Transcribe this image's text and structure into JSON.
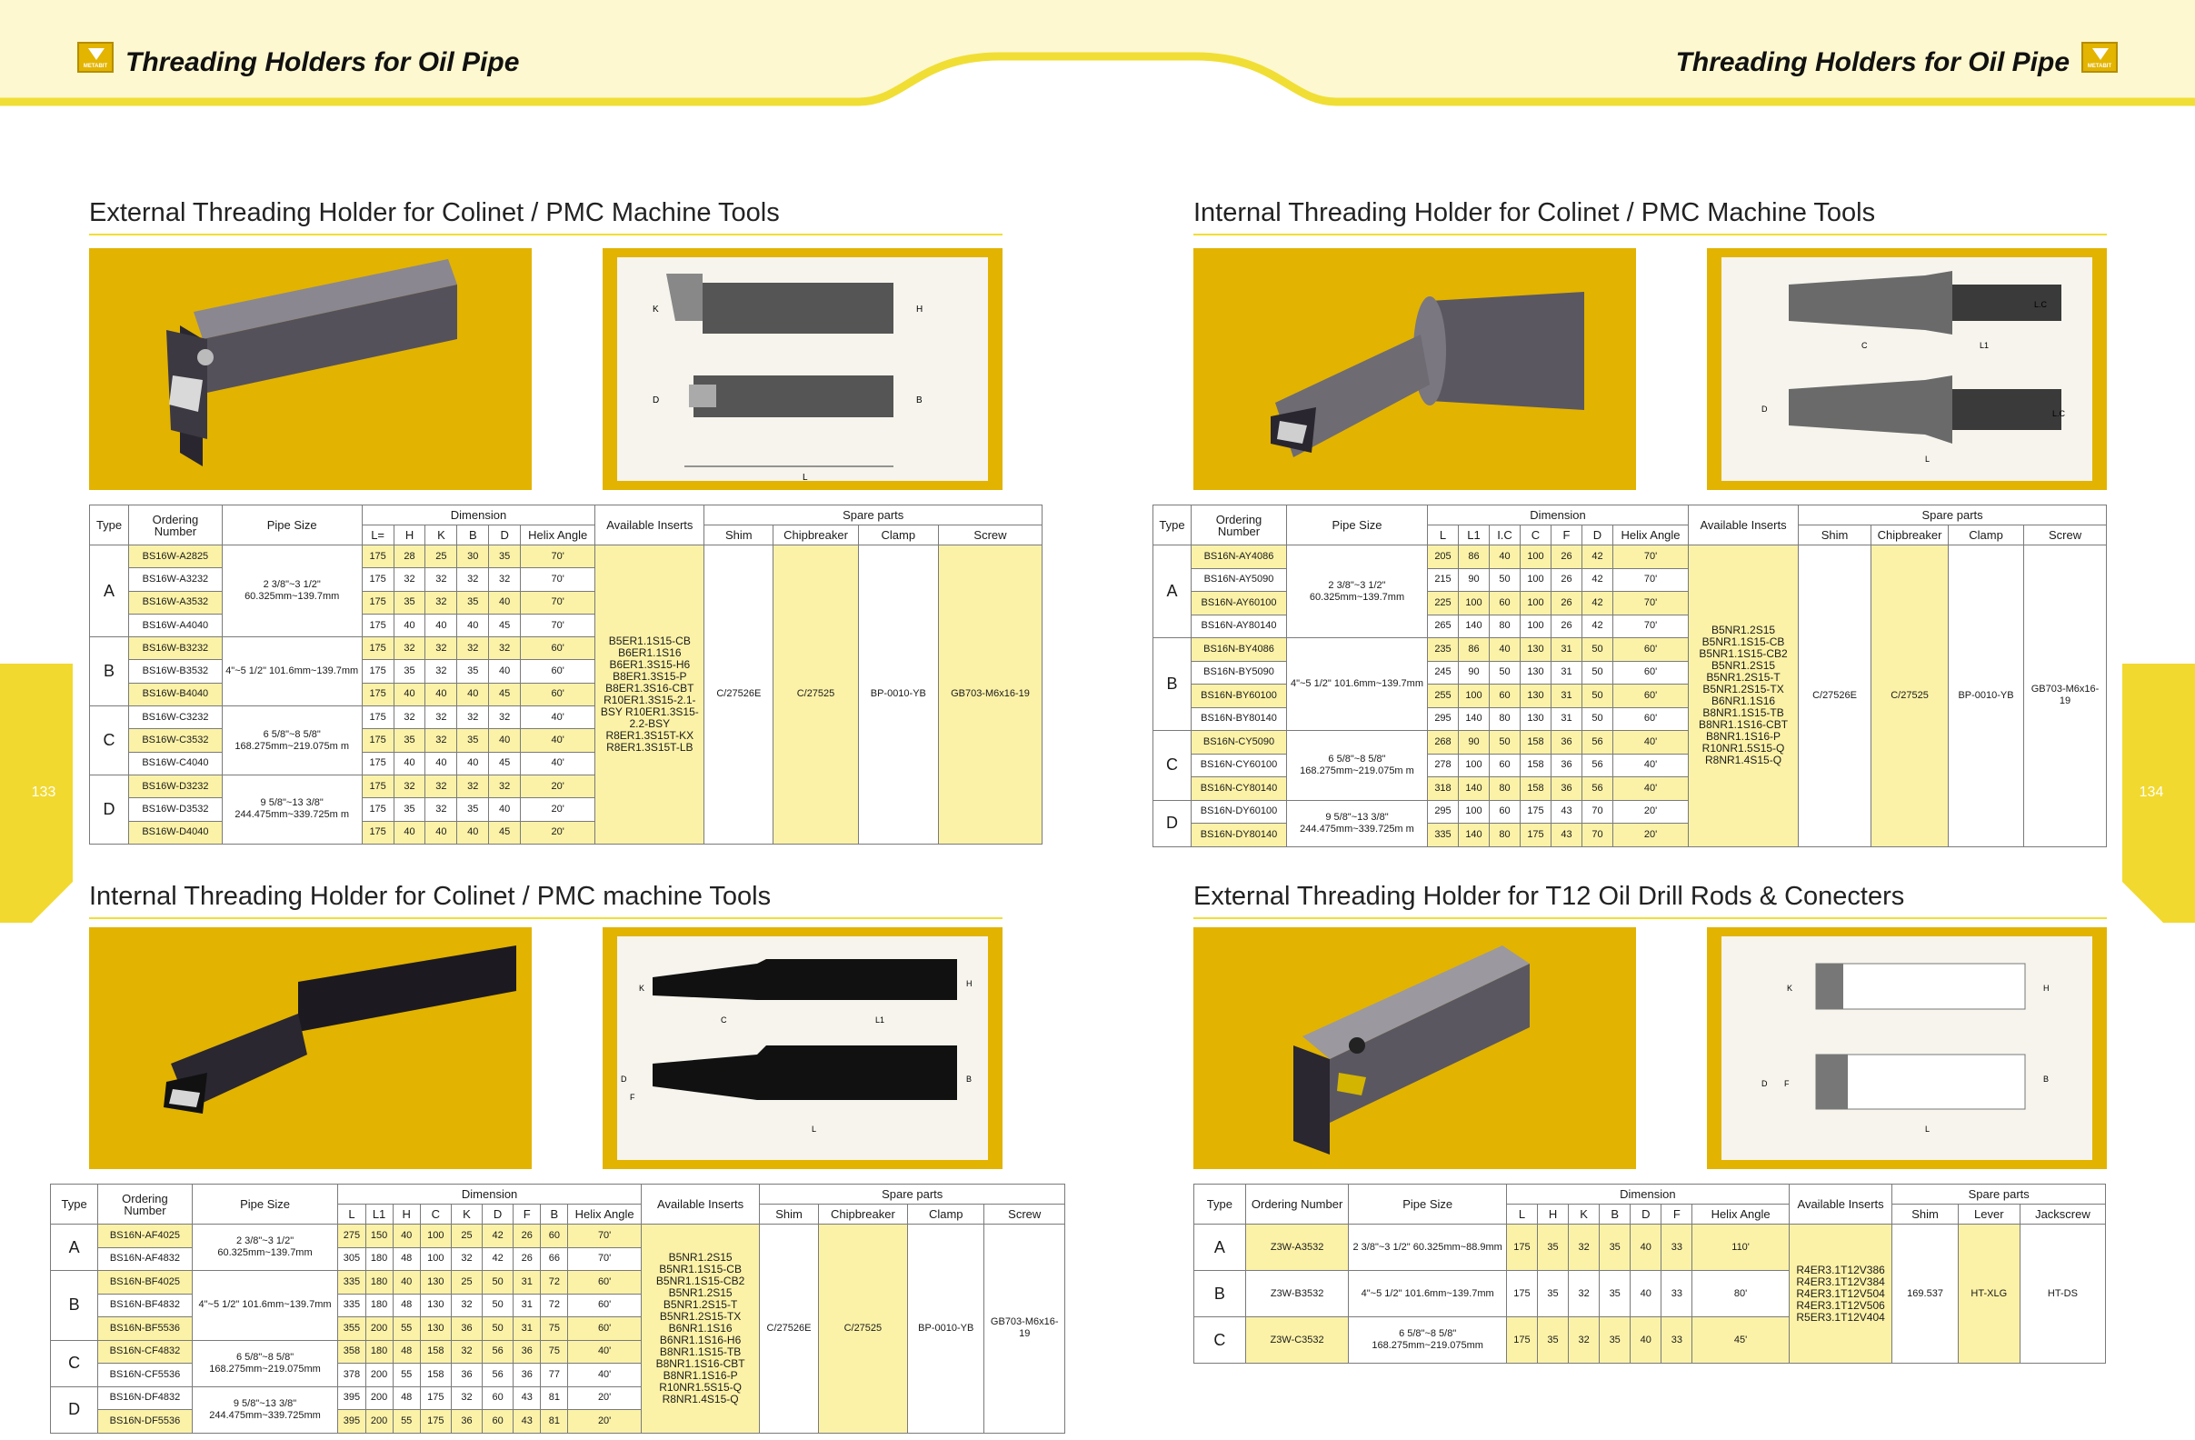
{
  "header": {
    "left_title": "Threading Holders for Oil Pipe",
    "right_title": "Threading Holders for Oil Pipe",
    "logo_text": "METABIT",
    "accent_color": "#f0de35",
    "band_color": "#fdf8cf"
  },
  "pages": {
    "left": "133",
    "right": "134"
  },
  "icons": {
    "logo": "triangle-logo-icon",
    "holder_photo": "tool-holder-photo",
    "drawing": "technical-drawing"
  },
  "drawing_labels": {
    "s1": [
      "K",
      "H",
      "D",
      "B",
      "L"
    ],
    "s2": [
      "L.C",
      "C",
      "L1",
      "D",
      "L.C",
      "L"
    ],
    "s3": [
      "K",
      "H",
      "C",
      "L1",
      "D",
      "F",
      "B",
      "L"
    ],
    "s4": [
      "K",
      "H",
      "D",
      "F",
      "B",
      "L"
    ]
  },
  "section1": {
    "title": "External Threading Holder for Colinet / PMC Machine Tools",
    "headers": {
      "type": "Type",
      "ordering": "Ordering Number",
      "pipe": "Pipe Size",
      "dimension": "Dimension",
      "inserts": "Available Inserts",
      "spare": "Spare parts",
      "dims": [
        "L=",
        "H",
        "K",
        "B",
        "D",
        "Helix Angle"
      ],
      "spares": [
        "Shim",
        "Chipbreaker",
        "Clamp",
        "Screw"
      ]
    },
    "groups": [
      {
        "type": "A",
        "pipe": "2 3/8\"~3 1/2\" 60.325mm~139.7mm",
        "rows": [
          {
            "order": "BS16W-A2825",
            "y": true,
            "dims": [
              "175",
              "28",
              "25",
              "30",
              "35",
              "70'"
            ]
          },
          {
            "order": "BS16W-A3232",
            "y": false,
            "dims": [
              "175",
              "32",
              "32",
              "32",
              "32",
              "70'"
            ]
          },
          {
            "order": "BS16W-A3532",
            "y": true,
            "dims": [
              "175",
              "35",
              "32",
              "35",
              "40",
              "70'"
            ]
          },
          {
            "order": "BS16W-A4040",
            "y": false,
            "dims": [
              "175",
              "40",
              "40",
              "40",
              "45",
              "70'"
            ]
          }
        ]
      },
      {
        "type": "B",
        "pipe": "4\"~5 1/2\" 101.6mm~139.7mm",
        "rows": [
          {
            "order": "BS16W-B3232",
            "y": true,
            "dims": [
              "175",
              "32",
              "32",
              "32",
              "32",
              "60'"
            ]
          },
          {
            "order": "BS16W-B3532",
            "y": false,
            "dims": [
              "175",
              "35",
              "32",
              "35",
              "40",
              "60'"
            ]
          },
          {
            "order": "BS16W-B4040",
            "y": true,
            "dims": [
              "175",
              "40",
              "40",
              "40",
              "45",
              "60'"
            ]
          }
        ]
      },
      {
        "type": "C",
        "pipe": "6 5/8\"~8 5/8\" 168.275mm~219.075m m",
        "rows": [
          {
            "order": "BS16W-C3232",
            "y": false,
            "dims": [
              "175",
              "32",
              "32",
              "32",
              "32",
              "40'"
            ]
          },
          {
            "order": "BS16W-C3532",
            "y": true,
            "dims": [
              "175",
              "35",
              "32",
              "35",
              "40",
              "40'"
            ]
          },
          {
            "order": "BS16W-C4040",
            "y": false,
            "dims": [
              "175",
              "40",
              "40",
              "40",
              "45",
              "40'"
            ]
          }
        ]
      },
      {
        "type": "D",
        "pipe": "9 5/8\"~13 3/8\" 244.475mm~339.725m m",
        "rows": [
          {
            "order": "BS16W-D3232",
            "y": true,
            "dims": [
              "175",
              "32",
              "32",
              "32",
              "32",
              "20'"
            ]
          },
          {
            "order": "BS16W-D3532",
            "y": false,
            "dims": [
              "175",
              "35",
              "32",
              "35",
              "40",
              "20'"
            ]
          },
          {
            "order": "BS16W-D4040",
            "y": true,
            "dims": [
              "175",
              "40",
              "40",
              "40",
              "45",
              "20'"
            ]
          }
        ]
      }
    ],
    "inserts": "B5ER1.1S15-CB B6ER1.1S16 B6ER1.3S15-H6 B8ER1.3S15-P B8ER1.3S16-CBT R10ER1.3S15-2.1-BSY R10ER1.3S15-2.2-BSY R8ER1.3S15T-KX R8ER1.3S15T-LB",
    "spare_values": [
      "C/27526E",
      "C/27525",
      "BP-0010-YB",
      "GB703-M6x16-19"
    ]
  },
  "section2": {
    "title": "Internal Threading Holder for Colinet / PMC Machine Tools",
    "headers": {
      "type": "Type",
      "ordering": "Ordering Number",
      "pipe": "Pipe Size",
      "dimension": "Dimension",
      "inserts": "Available Inserts",
      "spare": "Spare parts",
      "dims": [
        "L",
        "L1",
        "I.C",
        "C",
        "F",
        "D",
        "Helix Angle"
      ],
      "spares": [
        "Shim",
        "Chipbreaker",
        "Clamp",
        "Screw"
      ]
    },
    "groups": [
      {
        "type": "A",
        "pipe": "2 3/8\"~3 1/2\" 60.325mm~139.7mm",
        "rows": [
          {
            "order": "BS16N-AY4086",
            "y": true,
            "dims": [
              "205",
              "86",
              "40",
              "100",
              "26",
              "42",
              "70'"
            ]
          },
          {
            "order": "BS16N-AY5090",
            "y": false,
            "dims": [
              "215",
              "90",
              "50",
              "100",
              "26",
              "42",
              "70'"
            ]
          },
          {
            "order": "BS16N-AY60100",
            "y": true,
            "dims": [
              "225",
              "100",
              "60",
              "100",
              "26",
              "42",
              "70'"
            ]
          },
          {
            "order": "BS16N-AY80140",
            "y": false,
            "dims": [
              "265",
              "140",
              "80",
              "100",
              "26",
              "42",
              "70'"
            ]
          }
        ]
      },
      {
        "type": "B",
        "pipe": "4\"~5 1/2\" 101.6mm~139.7mm",
        "rows": [
          {
            "order": "BS16N-BY4086",
            "y": true,
            "dims": [
              "235",
              "86",
              "40",
              "130",
              "31",
              "50",
              "60'"
            ]
          },
          {
            "order": "BS16N-BY5090",
            "y": false,
            "dims": [
              "245",
              "90",
              "50",
              "130",
              "31",
              "50",
              "60'"
            ]
          },
          {
            "order": "BS16N-BY60100",
            "y": true,
            "dims": [
              "255",
              "100",
              "60",
              "130",
              "31",
              "50",
              "60'"
            ]
          },
          {
            "order": "BS16N-BY80140",
            "y": false,
            "dims": [
              "295",
              "140",
              "80",
              "130",
              "31",
              "50",
              "60'"
            ]
          }
        ]
      },
      {
        "type": "C",
        "pipe": "6 5/8\"~8 5/8\" 168.275mm~219.075m m",
        "rows": [
          {
            "order": "BS16N-CY5090",
            "y": true,
            "dims": [
              "268",
              "90",
              "50",
              "158",
              "36",
              "56",
              "40'"
            ]
          },
          {
            "order": "BS16N-CY60100",
            "y": false,
            "dims": [
              "278",
              "100",
              "60",
              "158",
              "36",
              "56",
              "40'"
            ]
          },
          {
            "order": "BS16N-CY80140",
            "y": true,
            "dims": [
              "318",
              "140",
              "80",
              "158",
              "36",
              "56",
              "40'"
            ]
          }
        ]
      },
      {
        "type": "D",
        "pipe": "9 5/8\"~13 3/8\" 244.475mm~339.725m m",
        "rows": [
          {
            "order": "BS16N-DY60100",
            "y": false,
            "dims": [
              "295",
              "100",
              "60",
              "175",
              "43",
              "70",
              "20'"
            ]
          },
          {
            "order": "BS16N-DY80140",
            "y": true,
            "dims": [
              "335",
              "140",
              "80",
              "175",
              "43",
              "70",
              "20'"
            ]
          }
        ]
      }
    ],
    "inserts": "B5NR1.2S15 B5NR1.1S15-CB B5NR1.1S15-CB2 B5NR1.2S15 B5NR1.2S15-T B5NR1.2S15-TX B6NR1.1S16 B8NR1.1S15-TB B8NR1.1S16-CBT B8NR1.1S16-P R10NR1.5S15-Q R8NR1.4S15-Q",
    "spare_values": [
      "C/27526E",
      "C/27525",
      "BP-0010-YB",
      "GB703-M6x16-19"
    ]
  },
  "section3": {
    "title": "Internal Threading Holder for Colinet / PMC machine Tools",
    "headers": {
      "type": "Type",
      "ordering": "Ordering Number",
      "pipe": "Pipe Size",
      "dimension": "Dimension",
      "inserts": "Available Inserts",
      "spare": "Spare parts",
      "dims": [
        "L",
        "L1",
        "H",
        "C",
        "K",
        "D",
        "F",
        "B",
        "Helix Angle"
      ],
      "spares": [
        "Shim",
        "Chipbreaker",
        "Clamp",
        "Screw"
      ]
    },
    "groups": [
      {
        "type": "A",
        "pipe": "2 3/8\"~3 1/2\" 60.325mm~139.7mm",
        "rows": [
          {
            "order": "BS16N-AF4025",
            "y": true,
            "dims": [
              "275",
              "150",
              "40",
              "100",
              "25",
              "42",
              "26",
              "60",
              "70'"
            ]
          },
          {
            "order": "BS16N-AF4832",
            "y": false,
            "dims": [
              "305",
              "180",
              "48",
              "100",
              "32",
              "42",
              "26",
              "66",
              "70'"
            ]
          }
        ]
      },
      {
        "type": "B",
        "pipe": "4\"~5 1/2\" 101.6mm~139.7mm",
        "rows": [
          {
            "order": "BS16N-BF4025",
            "y": true,
            "dims": [
              "335",
              "180",
              "40",
              "130",
              "25",
              "50",
              "31",
              "72",
              "60'"
            ]
          },
          {
            "order": "BS16N-BF4832",
            "y": false,
            "dims": [
              "335",
              "180",
              "48",
              "130",
              "32",
              "50",
              "31",
              "72",
              "60'"
            ]
          },
          {
            "order": "BS16N-BF5536",
            "y": true,
            "dims": [
              "355",
              "200",
              "55",
              "130",
              "36",
              "50",
              "31",
              "75",
              "60'"
            ]
          }
        ]
      },
      {
        "type": "C",
        "pipe": "6 5/8\"~8 5/8\" 168.275mm~219.075mm",
        "rows": [
          {
            "order": "BS16N-CF4832",
            "y": true,
            "dims": [
              "358",
              "180",
              "48",
              "158",
              "32",
              "56",
              "36",
              "75",
              "40'"
            ]
          },
          {
            "order": "BS16N-CF5536",
            "y": false,
            "dims": [
              "378",
              "200",
              "55",
              "158",
              "36",
              "56",
              "36",
              "77",
              "40'"
            ]
          }
        ]
      },
      {
        "type": "D",
        "pipe": "9 5/8\"~13 3/8\" 244.475mm~339.725mm",
        "rows": [
          {
            "order": "BS16N-DF4832",
            "y": false,
            "dims": [
              "395",
              "200",
              "48",
              "175",
              "32",
              "60",
              "43",
              "81",
              "20'"
            ]
          },
          {
            "order": "BS16N-DF5536",
            "y": true,
            "dims": [
              "395",
              "200",
              "55",
              "175",
              "36",
              "60",
              "43",
              "81",
              "20'"
            ]
          }
        ]
      }
    ],
    "inserts": "B5NR1.2S15 B5NR1.1S15-CB B5NR1.1S15-CB2 B5NR1.2S15 B5NR1.2S15-T B5NR1.2S15-TX B6NR1.1S16 B6NR1.1S16-H6 B8NR1.1S15-TB B8NR1.1S16-CBT B8NR1.1S16-P R10NR1.5S15-Q R8NR1.4S15-Q",
    "spare_values": [
      "C/27526E",
      "C/27525",
      "BP-0010-YB",
      "GB703-M6x16-19"
    ]
  },
  "section4": {
    "title": "External Threading Holder for T12 Oil Drill Rods & Conecters",
    "headers": {
      "type": "Type",
      "ordering": "Ordering Number",
      "pipe": "Pipe Size",
      "dimension": "Dimension",
      "inserts": "Available Inserts",
      "spare": "Spare parts",
      "dims": [
        "L",
        "H",
        "K",
        "B",
        "D",
        "F",
        "Helix Angle"
      ],
      "spares": [
        "Shim",
        "Lever",
        "Jackscrew"
      ]
    },
    "groups": [
      {
        "type": "A",
        "pipe": "2 3/8\"~3 1/2\" 60.325mm~88.9mm",
        "rows": [
          {
            "order": "Z3W-A3532",
            "y": true,
            "dims": [
              "175",
              "35",
              "32",
              "35",
              "40",
              "33",
              "110'"
            ]
          }
        ]
      },
      {
        "type": "B",
        "pipe": "4\"~5 1/2\" 101.6mm~139.7mm",
        "rows": [
          {
            "order": "Z3W-B3532",
            "y": false,
            "dims": [
              "175",
              "35",
              "32",
              "35",
              "40",
              "33",
              "80'"
            ]
          }
        ]
      },
      {
        "type": "C",
        "pipe": "6 5/8\"~8 5/8\" 168.275mm~219.075mm",
        "rows": [
          {
            "order": "Z3W-C3532",
            "y": true,
            "dims": [
              "175",
              "35",
              "32",
              "35",
              "40",
              "33",
              "45'"
            ]
          }
        ]
      }
    ],
    "inserts": "R4ER3.1T12V386 R4ER3.1T12V384 R4ER3.1T12V504 R4ER3.1T12V506 R5ER3.1T12V404",
    "spare_values": [
      "169.537",
      "HT-XLG",
      "HT-DS"
    ]
  }
}
